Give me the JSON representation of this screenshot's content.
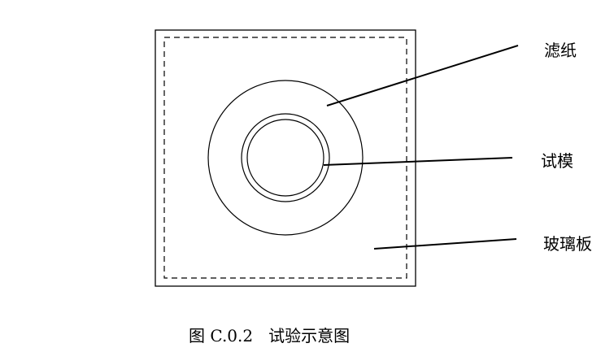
{
  "labels": {
    "filter_paper": "滤纸",
    "test_mold": "试模",
    "glass_plate": "玻璃板"
  },
  "caption": "图 C.0.2   试验示意图",
  "colors": {
    "stroke": "#000000",
    "background": "#ffffff"
  }
}
